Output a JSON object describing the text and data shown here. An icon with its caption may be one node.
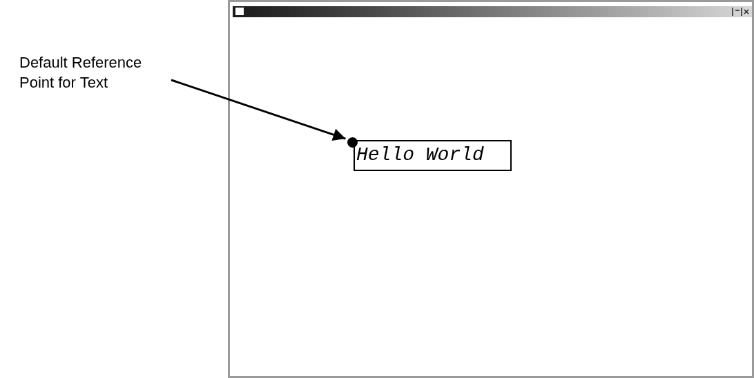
{
  "diagram": {
    "nodes": [
      {
        "text": [
          "Default Reference Point for Text"
        ]
      },
      {
        "text": [],
        "shape": "box"
      },
      {
        "text": [
          "Hello World"
        ],
        "in": 1
      },
      {
        "text": [],
        "shape": "circle",
        "in": 1
      }
    ],
    "edges": [
      {
        "from": 0,
        "to": 3,
        "arrow": "to"
      }
    ]
  }
}
